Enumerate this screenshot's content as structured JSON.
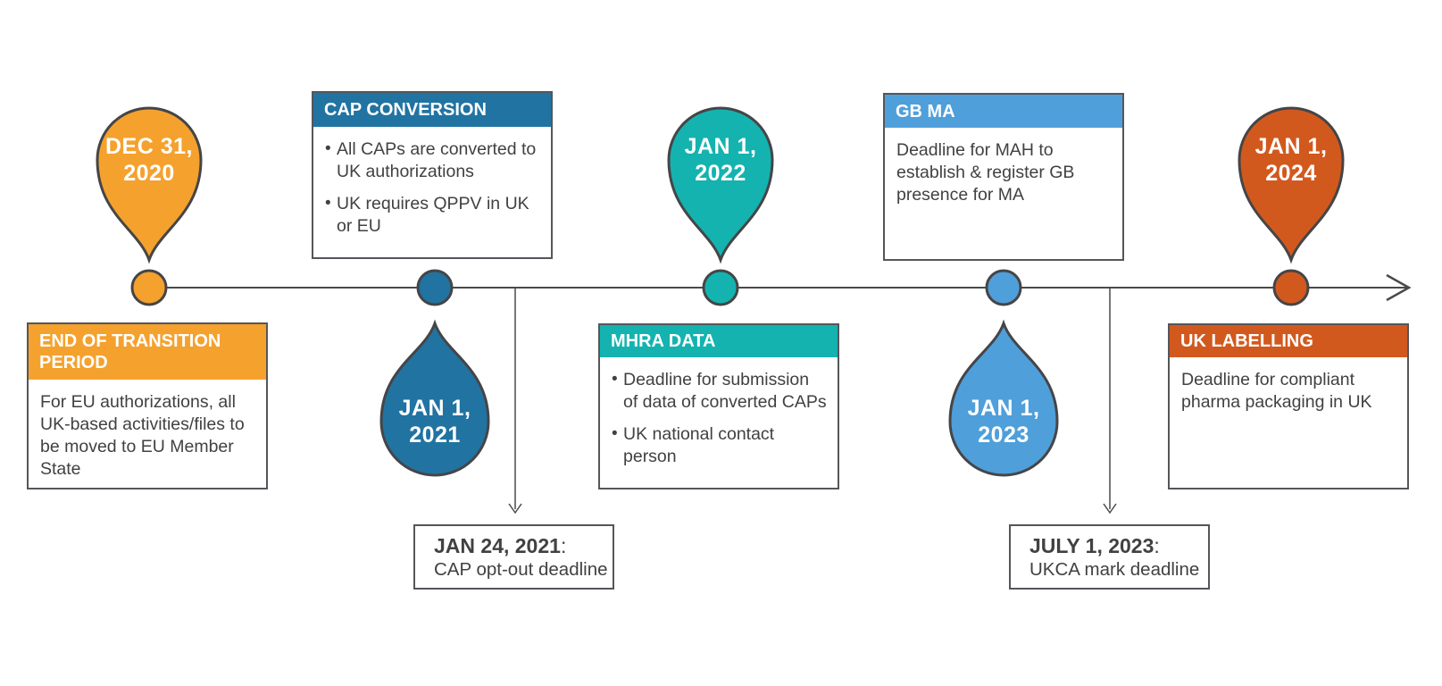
{
  "colors": {
    "orange": "#F5A12E",
    "dark_blue": "#2173A2",
    "teal": "#14B3B0",
    "light_blue": "#4F9FDA",
    "dark_orange": "#D2591E",
    "line": "#4A4A4B",
    "text": "#414141"
  },
  "glyphs": {
    "bullet": "•"
  },
  "markers": {
    "dec2020": {
      "line1": "DEC 31,",
      "line2": "2020"
    },
    "jan2021": {
      "line1": "JAN 1,",
      "line2": "2021"
    },
    "jan2022": {
      "line1": "JAN 1,",
      "line2": "2022"
    },
    "jan2023": {
      "line1": "JAN 1,",
      "line2": "2023"
    },
    "jan2024": {
      "line1": "JAN 1,",
      "line2": "2024"
    }
  },
  "boxes": {
    "cap_conversion": {
      "title": "CAP CONVERSION",
      "bullets": [
        "All CAPs are converted to UK authorizations",
        "UK requires QPPV in UK or EU"
      ]
    },
    "gb_ma": {
      "title": "GB MA",
      "body": "Deadline for MAH to establish & register GB presence for MA"
    },
    "end_of_transition": {
      "title": "END OF TRANSITION PERIOD",
      "body": "For EU authorizations, all UK-based activities/files to be moved to EU Member State"
    },
    "mhra_data": {
      "title": "MHRA DATA",
      "bullets": [
        "Deadline for submission of data of converted CAPs",
        "UK national contact person"
      ]
    },
    "uk_labelling": {
      "title": "UK LABELLING",
      "body": "Deadline for compliant pharma packaging in UK"
    }
  },
  "notes": {
    "jan24": {
      "date": "JAN 24, 2021",
      "colon": ":",
      "text": "CAP opt-out deadline"
    },
    "july1": {
      "date": "JULY 1, 2023",
      "colon": ":",
      "text": "UKCA mark deadline"
    }
  }
}
